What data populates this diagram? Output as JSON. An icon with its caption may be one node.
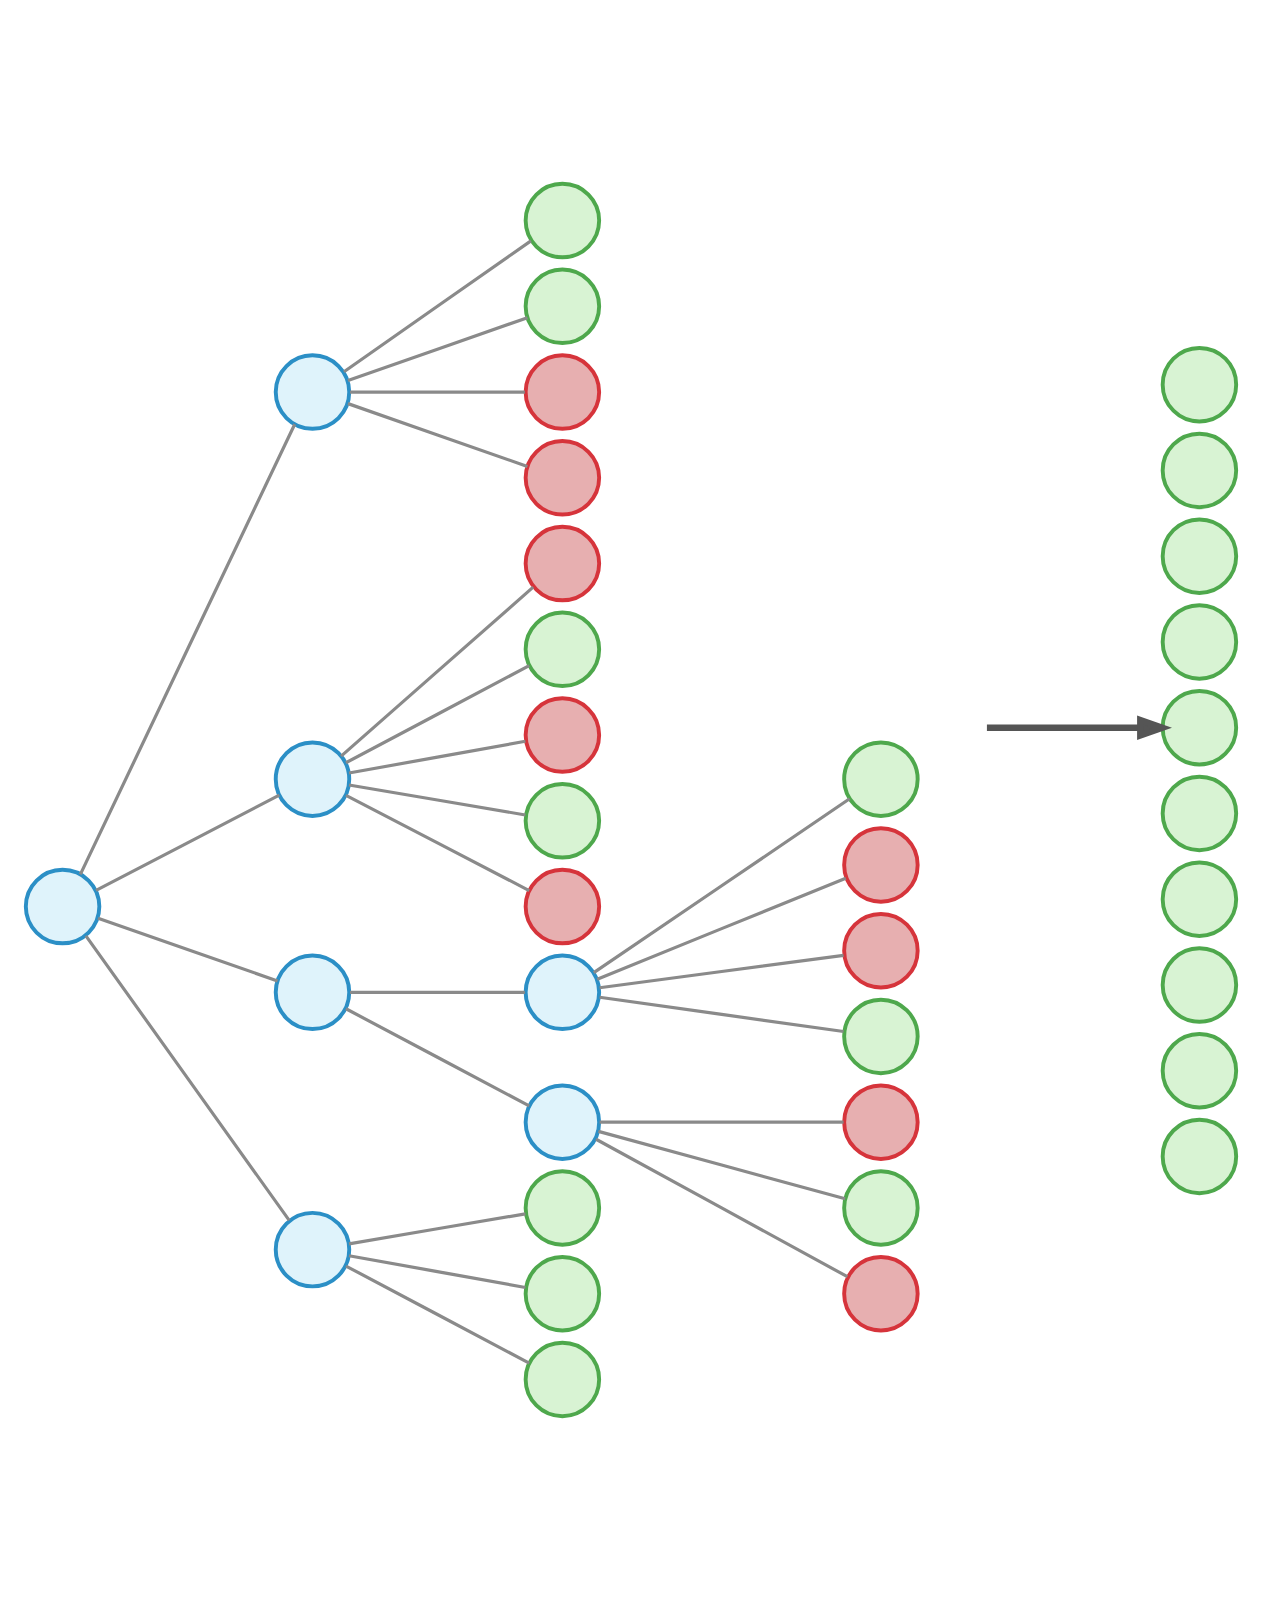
{
  "diagram": {
    "nodes": [
      {
        "text": [],
        "shape": "circle"
      },
      {
        "text": [],
        "shape": "circle"
      },
      {
        "text": [],
        "shape": "circle"
      },
      {
        "text": [],
        "shape": "circle"
      },
      {
        "text": [],
        "shape": "circle"
      },
      {
        "text": [],
        "shape": "circle"
      },
      {
        "text": [],
        "shape": "circle"
      },
      {
        "text": [],
        "shape": "circle"
      },
      {
        "text": [],
        "shape": "circle"
      },
      {
        "text": [],
        "shape": "circle"
      },
      {
        "text": [],
        "shape": "circle"
      },
      {
        "text": [],
        "shape": "circle"
      },
      {
        "text": [],
        "shape": "circle"
      },
      {
        "text": [],
        "shape": "circle"
      },
      {
        "text": [],
        "shape": "circle"
      },
      {
        "text": [],
        "shape": "circle"
      },
      {
        "text": [],
        "shape": "circle"
      },
      {
        "text": [],
        "shape": "circle"
      },
      {
        "text": [],
        "shape": "circle"
      },
      {
        "text": [],
        "shape": "circle"
      },
      {
        "text": [],
        "shape": "circle"
      },
      {
        "text": [],
        "shape": "circle"
      },
      {
        "text": [],
        "shape": "circle"
      },
      {
        "text": [],
        "shape": "circle"
      },
      {
        "text": [],
        "shape": "circle"
      },
      {
        "text": [],
        "shape": "circle"
      },
      {
        "text": [],
        "shape": "circle"
      },
      {
        "text": [],
        "shape": "circle"
      },
      {
        "text": [],
        "shape": "circle"
      },
      {
        "text": [],
        "shape": "circle"
      },
      {
        "text": [],
        "shape": "circle"
      },
      {
        "text": [],
        "shape": "circle"
      },
      {
        "text": [],
        "shape": "circle"
      },
      {
        "text": [],
        "shape": "circle"
      },
      {
        "text": [],
        "shape": "circle"
      },
      {
        "text": [],
        "shape": "circle"
      }
    ],
    "edges": [
      {
        "from": 0,
        "to": 1,
        "arrow": "none"
      },
      {
        "from": 0,
        "to": 6,
        "arrow": "none"
      },
      {
        "from": 0,
        "to": 12,
        "arrow": "none"
      },
      {
        "from": 0,
        "to": 22,
        "arrow": "none"
      },
      {
        "from": 1,
        "to": 2,
        "arrow": "none"
      },
      {
        "from": 1,
        "to": 3,
        "arrow": "none"
      },
      {
        "from": 1,
        "to": 4,
        "arrow": "none"
      },
      {
        "from": 1,
        "to": 5,
        "arrow": "none"
      },
      {
        "from": 6,
        "to": 7,
        "arrow": "none"
      },
      {
        "from": 6,
        "to": 8,
        "arrow": "none"
      },
      {
        "from": 6,
        "to": 9,
        "arrow": "none"
      },
      {
        "from": 6,
        "to": 10,
        "arrow": "none"
      },
      {
        "from": 6,
        "to": 11,
        "arrow": "none"
      },
      {
        "from": 12,
        "to": 13,
        "arrow": "none"
      },
      {
        "from": 12,
        "to": 18,
        "arrow": "none"
      },
      {
        "from": 13,
        "to": 14,
        "arrow": "none"
      },
      {
        "from": 13,
        "to": 15,
        "arrow": "none"
      },
      {
        "from": 13,
        "to": 16,
        "arrow": "none"
      },
      {
        "from": 13,
        "to": 17,
        "arrow": "none"
      },
      {
        "from": 18,
        "to": 19,
        "arrow": "none"
      },
      {
        "from": 18,
        "to": 20,
        "arrow": "none"
      },
      {
        "from": 18,
        "to": 21,
        "arrow": "none"
      },
      {
        "from": 22,
        "to": 23,
        "arrow": "none"
      },
      {
        "from": 22,
        "to": 24,
        "arrow": "none"
      },
      {
        "from": 22,
        "to": 25,
        "arrow": "none"
      },
      {
        "from": null,
        "to": 30,
        "arrow": "to",
        "style": "thick",
        "color": "#555555"
      }
    ]
  }
}
